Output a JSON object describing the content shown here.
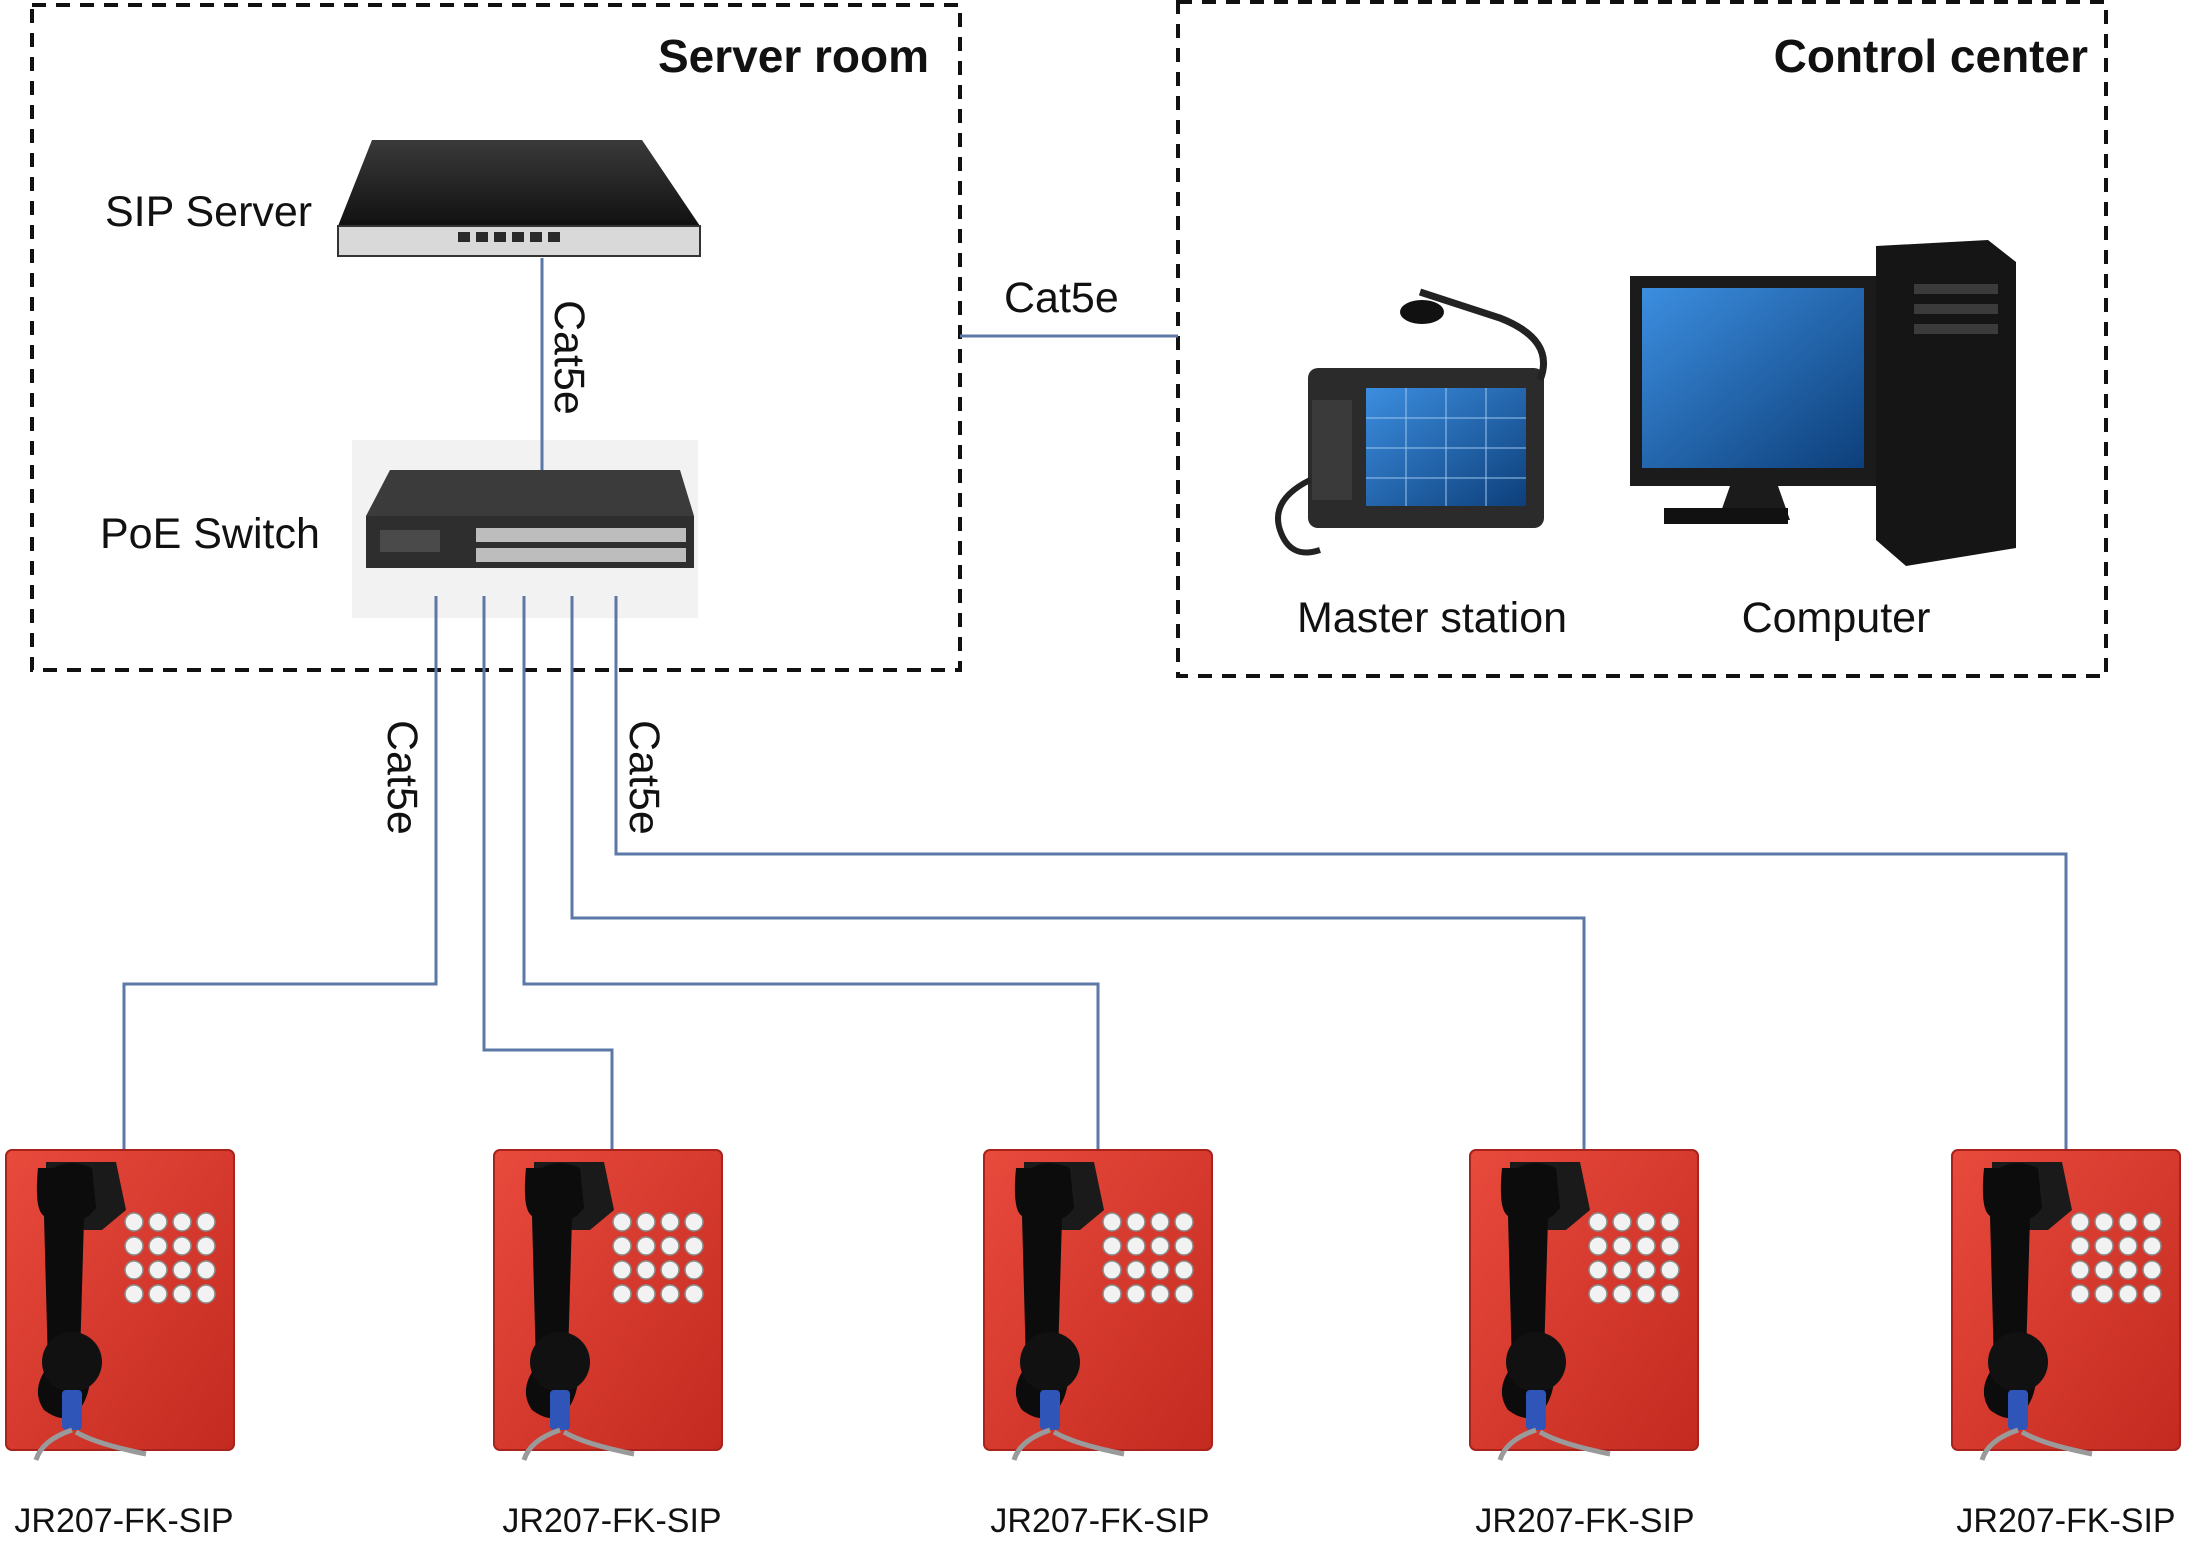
{
  "zones": {
    "server_room": "Server room",
    "control_center": "Control center"
  },
  "devices": {
    "sip_server": "SIP Server",
    "poe_switch": "PoE Switch",
    "master_station": "Master station",
    "computer": "Computer"
  },
  "cables": {
    "server_to_switch": "Cat5e",
    "rooms_link": "Cat5e",
    "switch_left": "Cat5e",
    "switch_right": "Cat5e"
  },
  "phones": [
    {
      "model": "JR207-FK-SIP"
    },
    {
      "model": "JR207-FK-SIP"
    },
    {
      "model": "JR207-FK-SIP"
    },
    {
      "model": "JR207-FK-SIP"
    },
    {
      "model": "JR207-FK-SIP"
    }
  ],
  "colors": {
    "cable": "#5b78a6",
    "phone_body": "#d9362c",
    "handset": "#111111",
    "cord_accent": "#2f55b8",
    "monitor_screen": "#1f6fbf"
  },
  "icons": {
    "sip_server": "rack-server-icon",
    "poe_switch": "network-switch-icon",
    "master_station": "intercom-master-station-icon",
    "computer": "desktop-computer-icon",
    "phone": "emergency-telephone-icon"
  }
}
